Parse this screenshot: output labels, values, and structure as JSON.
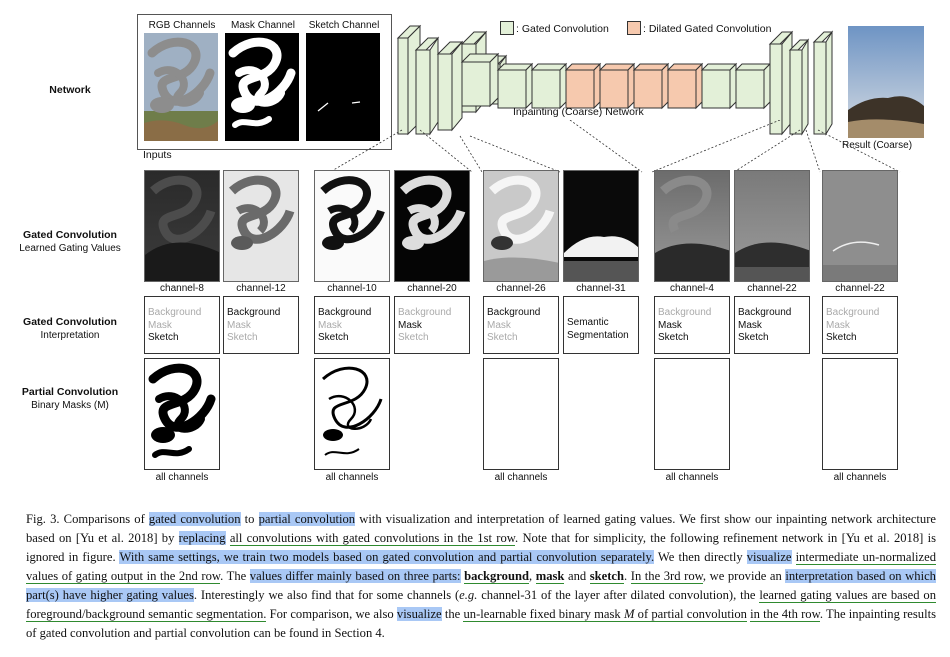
{
  "network": {
    "row_label": "Network",
    "input_labels": [
      "RGB Channels",
      "Mask Channel",
      "Sketch Channel"
    ],
    "inputs_label": "Inputs",
    "legend_gated": ": Gated Convolution",
    "legend_dilated": ": Dilated Gated Convolution",
    "net_label": "Inpainting (Coarse) Network",
    "result_label": "Result (Coarse)",
    "colors": {
      "gated": "#e3f0d8",
      "dilated": "#f6c9ae",
      "edge": "#333333"
    }
  },
  "rows": {
    "gating_title": "Gated Convolution",
    "gating_sub": "Learned Gating Values",
    "interp_title": "Gated Convolution",
    "interp_sub": "Interpretation",
    "partial_title": "Partial Convolution",
    "partial_sub": "Binary Masks (M)"
  },
  "channels": [
    "channel-8",
    "channel-12",
    "channel-10",
    "channel-20",
    "channel-26",
    "channel-31",
    "channel-4",
    "channel-22",
    "channel-22"
  ],
  "interpretations": [
    [
      {
        "t": "Background",
        "on": false
      },
      {
        "t": "Mask",
        "on": false
      },
      {
        "t": "Sketch",
        "on": true
      }
    ],
    [
      {
        "t": "Background",
        "on": true
      },
      {
        "t": "Mask",
        "on": false
      },
      {
        "t": "Sketch",
        "on": false
      }
    ],
    [
      {
        "t": "Background",
        "on": true
      },
      {
        "t": "Mask",
        "on": false
      },
      {
        "t": "Sketch",
        "on": true
      }
    ],
    [
      {
        "t": "Background",
        "on": false
      },
      {
        "t": "Mask",
        "on": true
      },
      {
        "t": "Sketch",
        "on": false
      }
    ],
    [
      {
        "t": "Background",
        "on": true
      },
      {
        "t": "Mask",
        "on": false
      },
      {
        "t": "Sketch",
        "on": false
      }
    ],
    [
      {
        "t": "Semantic",
        "on": true
      },
      {
        "t": "Segmentation",
        "on": true
      }
    ],
    [
      {
        "t": "Background",
        "on": false
      },
      {
        "t": "Mask",
        "on": true
      },
      {
        "t": "Sketch",
        "on": true
      }
    ],
    [
      {
        "t": "Background",
        "on": true
      },
      {
        "t": "Mask",
        "on": true
      },
      {
        "t": "Sketch",
        "on": true
      }
    ],
    [
      {
        "t": "Background",
        "on": false
      },
      {
        "t": "Mask",
        "on": false
      },
      {
        "t": "Sketch",
        "on": true
      }
    ]
  ],
  "all_channels": "all channels",
  "caption": [
    {
      "t": "Fig. 3.  Comparisons of "
    },
    {
      "t": "gated convolution",
      "s": "hl"
    },
    {
      "t": " to "
    },
    {
      "t": "partial convolution",
      "s": "hl"
    },
    {
      "t": " with visualization and interpretation of learned gating values. We first show our inpainting network architecture based on [Yu et al. 2018] by "
    },
    {
      "t": "replacing",
      "s": "hl"
    },
    {
      "t": " "
    },
    {
      "t": "all convolutions with gated convolutions in the 1st row",
      "s": "ul"
    },
    {
      "t": ". Note that for simplicity, the following refinement network in [Yu et al. 2018] is ignored in figure. "
    },
    {
      "t": "With same settings, we train two models based on gated convolution and partial convolution separately.",
      "s": "hl"
    },
    {
      "t": " We then directly "
    },
    {
      "t": "visualize",
      "s": "hl"
    },
    {
      "t": " "
    },
    {
      "t": "intermediate un-normalized values of gating output in the 2nd row",
      "s": "ul"
    },
    {
      "t": ". The "
    },
    {
      "t": "values differ mainly based on three parts:",
      "s": "hl"
    },
    {
      "t": " "
    },
    {
      "t": "background",
      "s": "ulb"
    },
    {
      "t": ", "
    },
    {
      "t": "mask",
      "s": "ulb"
    },
    {
      "t": " and "
    },
    {
      "t": "sketch",
      "s": "ulb"
    },
    {
      "t": ". "
    },
    {
      "t": "In the 3rd row",
      "s": "ul"
    },
    {
      "t": ", we provide an "
    },
    {
      "t": "interpretation based on which part(s) have higher gating values",
      "s": "hl"
    },
    {
      "t": ". Interestingly we also find that for some channels ("
    },
    {
      "t": "e.g.",
      "s": "it"
    },
    {
      "t": " channel-31 of the layer after dilated convolution), the "
    },
    {
      "t": "learned gating values are based on foreground/background semantic segmentation.",
      "s": "ul"
    },
    {
      "t": " For comparison, we also "
    },
    {
      "t": "visualize",
      "s": "hl"
    },
    {
      "t": " the "
    },
    {
      "t": "un-learnable fixed binary mask ",
      "s": "ul"
    },
    {
      "t": "M",
      "s": "ulit"
    },
    {
      "t": " of partial convolution",
      "s": "ul"
    },
    {
      "t": " "
    },
    {
      "t": "in the 4th row",
      "s": "ul"
    },
    {
      "t": ". The inpainting results of gated convolution and partial convolution can be found in Section 4."
    }
  ]
}
